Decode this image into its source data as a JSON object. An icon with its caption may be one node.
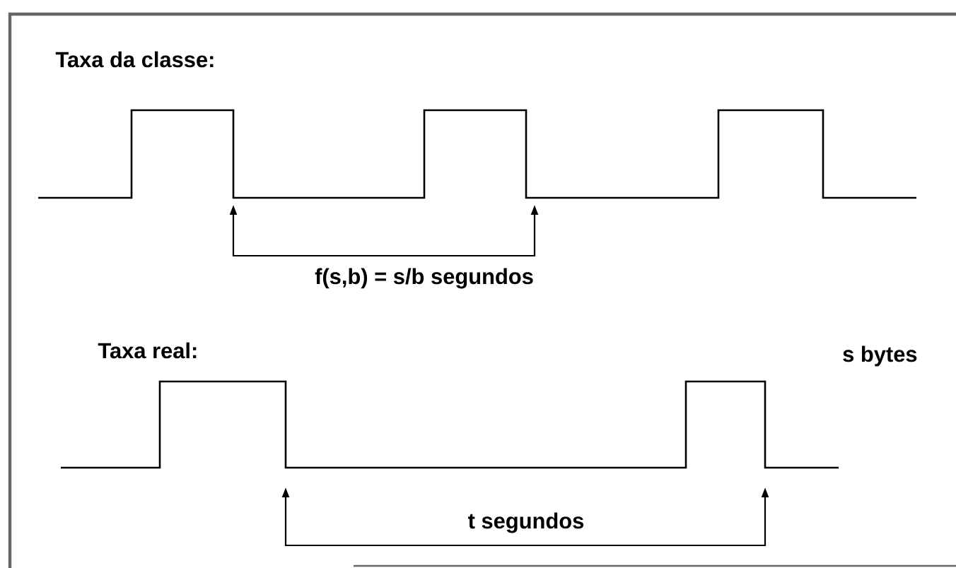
{
  "diagram": {
    "labels": [
      "Taxa da classe:",
      "f(s,b) = s/b segundos",
      "Taxa real:",
      "s bytes",
      "t segundos"
    ]
  }
}
